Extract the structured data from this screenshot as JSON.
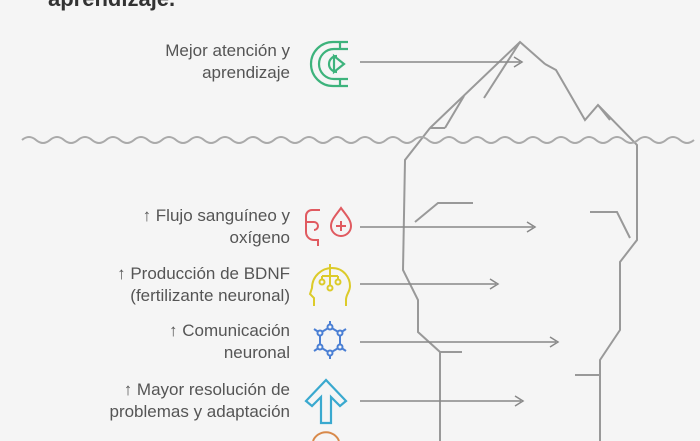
{
  "title": "aprendizaje.",
  "items": [
    {
      "line1": "Mejor atención y",
      "line2": "aprendizaje",
      "icon": "learning-icon",
      "color": "#3db37c"
    },
    {
      "line1": "↑ Flujo sanguíneo y",
      "line2": "oxígeno",
      "icon": "blood-oxygen-icon",
      "color": "#e05a60"
    },
    {
      "line1": "↑ Producción de BDNF",
      "line2": "(fertilizante neuronal)",
      "icon": "brain-icon",
      "color": "#dccb2a"
    },
    {
      "line1": "↑ Comunicación",
      "line2": "neuronal",
      "icon": "neural-network-icon",
      "color": "#4a7fd4"
    },
    {
      "line1": "↑ Mayor resolución de",
      "line2": "problemas y adaptación",
      "icon": "up-arrow-icon",
      "color": "#3aa9cf"
    }
  ],
  "colors": {
    "outline": "#999999",
    "background": "#f5f5f5",
    "orange": "#d8894a"
  }
}
